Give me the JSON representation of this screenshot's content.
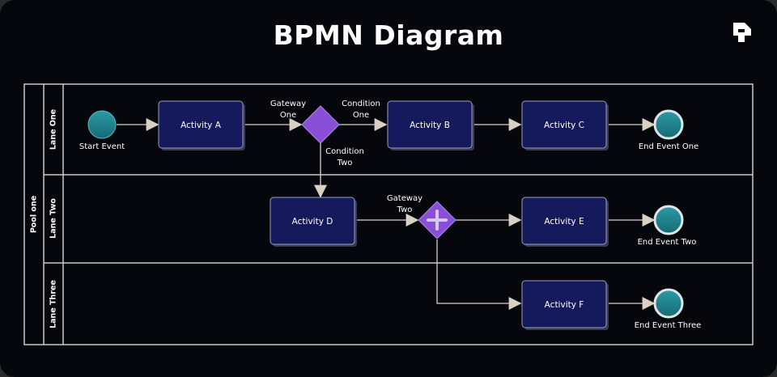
{
  "title": "BPMN Diagram",
  "colors": {
    "background": "#05070d",
    "lane_border": "#c9c9c9",
    "activity_fill": "#151a5c",
    "activity_border": "#9aa0c0",
    "event_fill": "#1e7f8a",
    "gateway_fill": "#8a4fd8",
    "connector": "#d9d2c4"
  },
  "logo_icon": "brand-logo-icon",
  "pool": {
    "label": "Pool one"
  },
  "lanes": [
    {
      "label": "Lane One"
    },
    {
      "label": "Lane Two"
    },
    {
      "label": "Lane Three"
    }
  ],
  "activities": [
    {
      "label": "Activity A"
    },
    {
      "label": "Activity B"
    },
    {
      "label": "Activity C"
    },
    {
      "label": "Activity D"
    },
    {
      "label": "Activity E"
    },
    {
      "label": "Activity F"
    }
  ],
  "events": {
    "start": "Start Event",
    "end_one": "End Event One",
    "end_two": "End Event Two",
    "end_three": "End Event Three"
  },
  "gateways": {
    "one": [
      "Gateway",
      "One"
    ],
    "two": [
      "Gateway",
      "Two"
    ]
  },
  "conditions": {
    "one": [
      "Condition",
      "One"
    ],
    "two": [
      "Condition",
      "Two"
    ]
  }
}
